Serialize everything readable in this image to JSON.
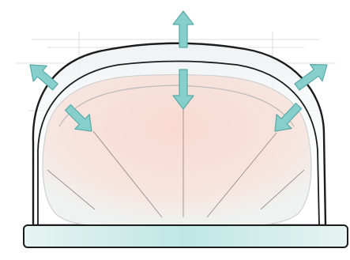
{
  "diagram": {
    "subject": "dome-cover-over-rounded-cushion-on-base",
    "text_labels": [],
    "colors": {
      "outline": "#1c1c1c",
      "arrow_fill": "#86cfcc",
      "arrow_stroke": "#5aa9a6",
      "base_fill": "#ccebe9",
      "cushion_fill": "#f7e3dd",
      "guide_line": "#c9c9c9"
    },
    "arrows": [
      {
        "name": "arrow-up-outward",
        "direction": "up"
      },
      {
        "name": "arrow-down-inward",
        "direction": "down"
      },
      {
        "name": "arrow-upper-left-outward",
        "direction": "up-left"
      },
      {
        "name": "arrow-upper-right-outward",
        "direction": "up-right"
      },
      {
        "name": "arrow-lower-left-inward",
        "direction": "down-right"
      },
      {
        "name": "arrow-lower-right-inward",
        "direction": "down-left"
      }
    ]
  }
}
